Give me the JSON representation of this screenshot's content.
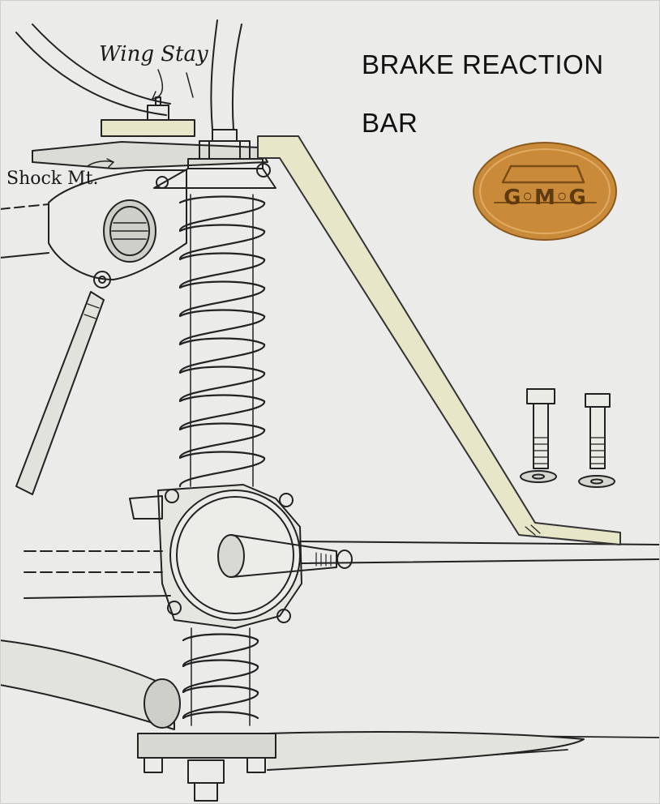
{
  "title": {
    "line1": "BRAKE REACTION",
    "line2": "BAR"
  },
  "labels": {
    "wing_stay": "Wing Stay",
    "shock_mount": "Shock Mt."
  },
  "badge": {
    "text": "G◦M◦G",
    "name": "gmg-badge",
    "color": "#c98a3a"
  },
  "colors": {
    "background": "#ebebea",
    "ink": "#222222",
    "reaction_bar": "#e8e6c9",
    "badge_gold": "#c98a3a"
  }
}
